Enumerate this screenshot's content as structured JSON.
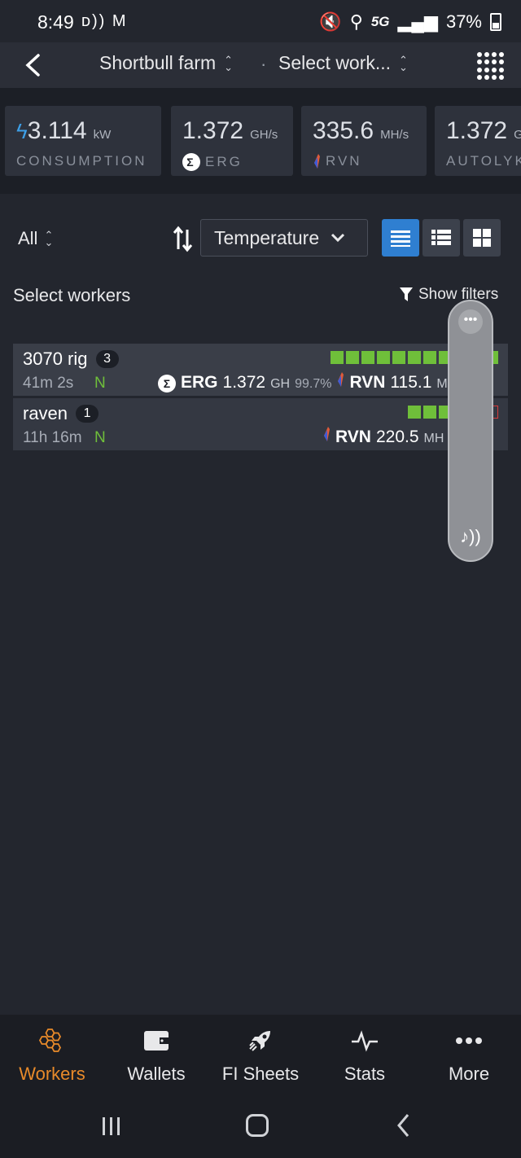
{
  "status_bar": {
    "time": "8:49",
    "left_icons": "ᴅ)) M",
    "network": "5G",
    "battery": "37%"
  },
  "header": {
    "farm": "Shortbull farm",
    "separator": "·",
    "worker_select": "Select work..."
  },
  "stats": [
    {
      "value": "3.114",
      "unit": "kW",
      "label": "CONSUMPTION",
      "icon": "bolt-icon"
    },
    {
      "value": "1.372",
      "unit": "GH/s",
      "label": "ERG",
      "icon": "erg-coin-icon"
    },
    {
      "value": "335.6",
      "unit": "MH/s",
      "label": "RVN",
      "icon": "raven-icon"
    },
    {
      "value": "1.372",
      "unit": "G",
      "label": "AUTOLYK",
      "icon": ""
    }
  ],
  "controls": {
    "filter_all": "All",
    "sort_field": "Temperature",
    "select_workers": "Select workers",
    "show_filters": "Show filters"
  },
  "workers": [
    {
      "name": "3070 rig",
      "count": "3",
      "uptime": "41m 2s",
      "flag": "N",
      "hashes": [
        {
          "coin": "ERG",
          "value": "1.372",
          "unit": "GH",
          "pct": "99.7%"
        },
        {
          "coin": "RVN",
          "value": "115.1",
          "unit": "M"
        }
      ],
      "bars": 11
    },
    {
      "name": "raven",
      "count": "1",
      "uptime": "11h 16m",
      "flag": "N",
      "hashes": [
        {
          "coin": "RVN",
          "value": "220.5",
          "unit": "MH"
        }
      ],
      "bars": 5
    }
  ],
  "bottom_nav": [
    {
      "label": "Workers",
      "icon": "honeycomb-icon",
      "active": true
    },
    {
      "label": "Wallets",
      "icon": "wallet-icon",
      "active": false
    },
    {
      "label": "FI Sheets",
      "icon": "rocket-icon",
      "active": false
    },
    {
      "label": "Stats",
      "icon": "pulse-icon",
      "active": false
    },
    {
      "label": "More",
      "icon": "more-dots-icon",
      "active": false
    }
  ],
  "colors": {
    "accent": "#2f7fd1",
    "active_nav": "#e88a2a",
    "ok": "#6fbf3a",
    "bolt": "#3d9fe6"
  }
}
